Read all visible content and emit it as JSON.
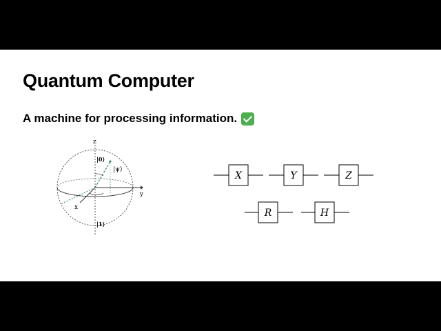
{
  "slide": {
    "title": "Quantum Computer",
    "subtitle": "A machine for processing information.",
    "subtitle_emoji": "check-mark-icon"
  },
  "bloch": {
    "axis_z": "z",
    "axis_y": "y",
    "axis_x": "x",
    "ket0": "|0⟩",
    "ket1": "|1⟩",
    "psi": "|ψ⟩"
  },
  "gates": [
    {
      "symbol": "X"
    },
    {
      "symbol": "Y"
    },
    {
      "symbol": "Z"
    },
    {
      "symbol": "R"
    },
    {
      "symbol": "H"
    }
  ],
  "colors": {
    "accent": "#2e7d6b",
    "check_green": "#4caf50"
  }
}
